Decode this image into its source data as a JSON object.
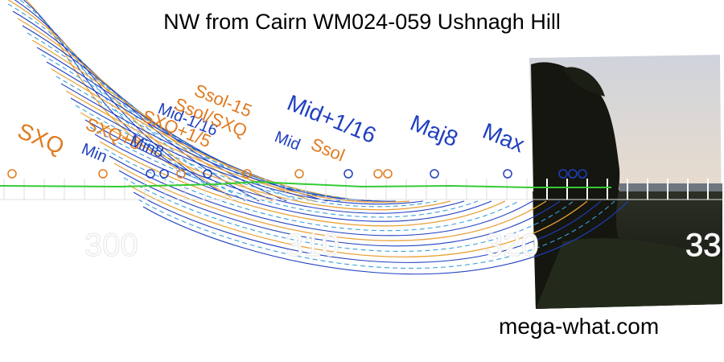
{
  "title": "NW from Cairn WM024-059 Ushnagh Hill",
  "credit": "mega-what.com",
  "azimuth_labels": [
    "300",
    "310",
    "320",
    "33"
  ],
  "colors": {
    "orange": "#e8a33a",
    "orange_label": "#e07a1f",
    "blue": "#1f3fbf",
    "dashed_blue": "#3aa0d8",
    "horizon_green": "#33cc33",
    "tick_white": "#ffffff"
  },
  "curve_labels": [
    {
      "text": "SXQ",
      "color": "orange_label"
    },
    {
      "text": "Min",
      "color": "blue"
    },
    {
      "text": "SXQ+8",
      "color": "orange_label"
    },
    {
      "text": "Min8",
      "color": "blue"
    },
    {
      "text": "SXQ+1/5",
      "color": "orange_label"
    },
    {
      "text": "Mid-1/16",
      "color": "blue"
    },
    {
      "text": "Ssol/SXQ",
      "color": "orange_label"
    },
    {
      "text": "Ssol-15",
      "color": "orange_label"
    },
    {
      "text": "Mid",
      "color": "blue"
    },
    {
      "text": "Ssol",
      "color": "orange_label"
    },
    {
      "text": "Mid+1/16",
      "color": "blue"
    },
    {
      "text": "Maj8",
      "color": "blue"
    },
    {
      "text": "Max",
      "color": "blue"
    }
  ],
  "photo": {
    "description_icon": "tree-silhouette-sunset-photo"
  }
}
